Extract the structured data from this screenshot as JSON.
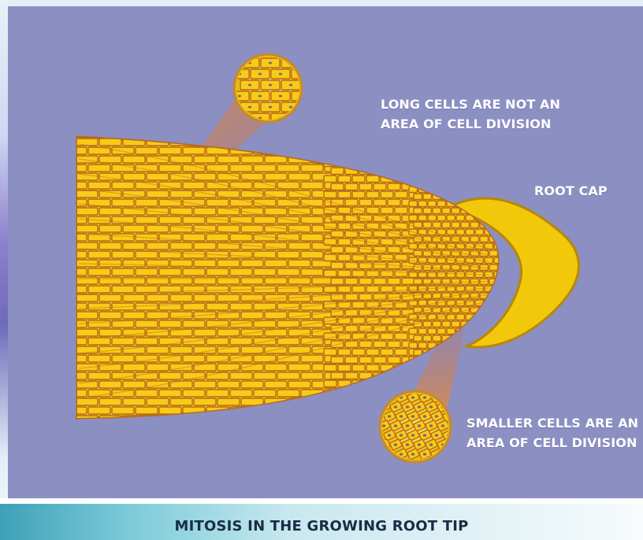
{
  "labels": {
    "long_cells_line1": "LONG CELLS ARE NOT AN",
    "long_cells_line2": "AREA OF CELL DIVISION",
    "root_cap": "ROOT CAP",
    "small_cells_line1": "SMALLER CELLS ARE AN",
    "small_cells_line2": "AREA OF CELL DIVISION"
  },
  "footer": {
    "title": "MITOSIS IN THE GROWING ROOT TIP"
  },
  "colors": {
    "background": "#8b8fc2",
    "cell_fill": "#f4c515",
    "cell_wall": "#b96a19",
    "root_cap": "#f2c80b",
    "highlight": "#ffe56a"
  }
}
